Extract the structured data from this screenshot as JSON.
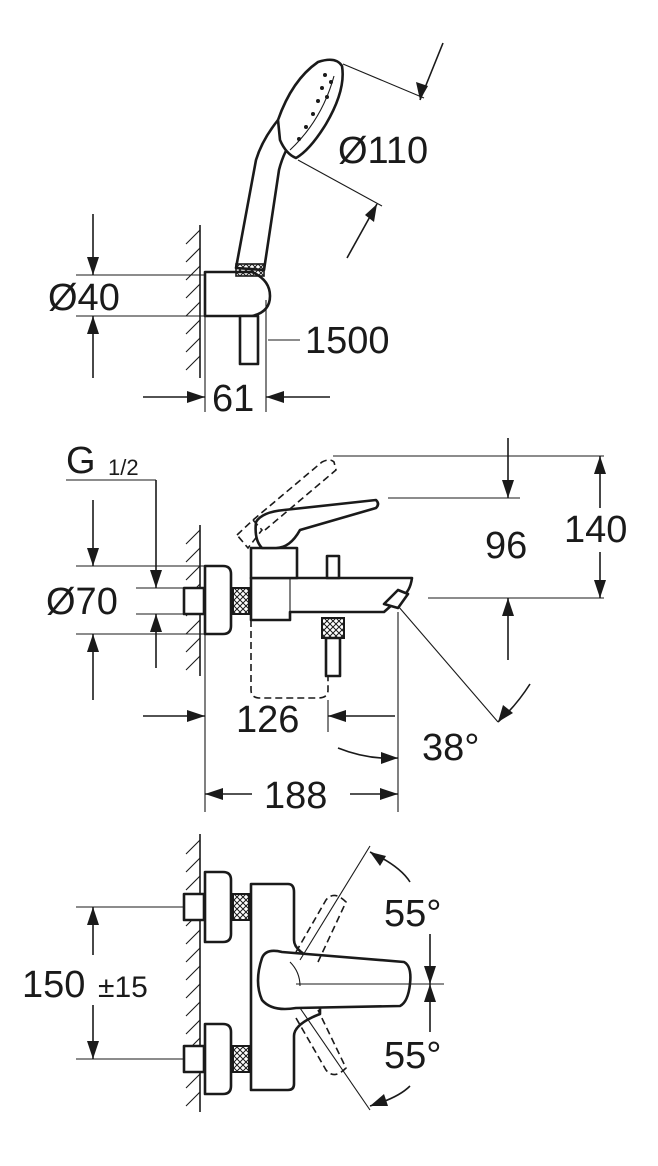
{
  "labels": {
    "hand_shower_diameter": "Ø110",
    "holder_diameter": "Ø40",
    "hose_length": "1500",
    "holder_depth": "61",
    "thread": "G",
    "thread_size": "1/2",
    "escutcheon_diameter": "Ø70",
    "spout_height_upper": "96",
    "overall_height": "140",
    "spout_reach_inner": "126",
    "spout_angle": "38°",
    "overall_projection": "188",
    "centre_distance": "150",
    "centre_tolerance": "±15",
    "lever_angle_upper": "55°",
    "lever_angle_lower": "55°"
  },
  "colors": {
    "ink": "#1a1a1a",
    "background": "#ffffff"
  }
}
